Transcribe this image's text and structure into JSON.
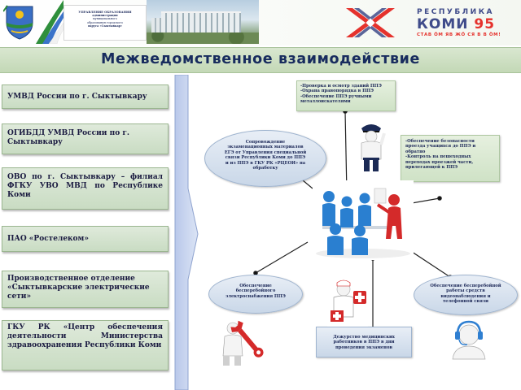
{
  "header": {
    "admin_box": {
      "line1": "УПРАВЛЕНИЕ ОБРАЗОВАНИЯ",
      "line2": "администрации",
      "line3": "муниципального",
      "line4": "образования городского",
      "line5": "округа «Сыктывкар»"
    },
    "logo": {
      "republic": "РЕСПУБЛИКА",
      "komi": "КОМИ",
      "number": "95",
      "slogan": "СТАВ ӦМ ЯВ ЖӦ СЯ В В ӦМ!"
    }
  },
  "title": "Межведомственное взаимодействие",
  "agencies": [
    "УМВД России по г. Сыктывкару",
    "ОГИБДД УМВД России по г. Сыктывкару",
    "ОВО по г. Сыктывкару – филиал ФГКУ УВО МВД по Республике Коми",
    "ПАО «Ростелеком»",
    "Производственное отделение «Сыктывкарские электрические сети»",
    "ГКУ РК «Центр обеспечения деятельности Министерства здравоохранения Республики Коми"
  ],
  "callouts": {
    "top": "-Проверка и осмотр зданий ППЭ\n-Охрана правопорядка в ППЭ\n-Обеспечение ППЭ ручными металлоискателями",
    "left": "Сопровождение экзаменационных материалов ЕГЭ от Управления специальной связи Республики Коми до ППЭ и из ППЭ в ГКУ РК «РЦЕОИ» на обработку",
    "right": "-Обеспечение безопасности проезда учащихся до ППЭ и обратно\n-Контроль на пешеходных переходах проезжей части, прилегающей к ППЭ",
    "bottom_left": "Обеспечение бесперебойного электроснабжения ППЭ",
    "bottom_center": "Дежурство медицинских работников в ППЭ в дни проведения экзаменов",
    "bottom_right": "Обеспечение бесперебойной работы средств видеонаблюдения и телефонной связи"
  },
  "colors": {
    "title_text": "#182c5e",
    "title_band": "#c3d8b6",
    "agency_fill": "#c9dcc3",
    "arrow_fill": "#c7d4ef",
    "komi_blue": "#3f4b8a",
    "komi_red": "#e5322d"
  },
  "icons": {
    "crest": "coat-of-arms-icon",
    "building": "school-building-photo",
    "komi": "komi-95-logo-icon",
    "meeting": "meeting-figures-icon",
    "police": "police-officer-icon",
    "medic": "doctor-icon",
    "repair": "wrench-repair-icon",
    "headset": "headset-operator-icon"
  }
}
